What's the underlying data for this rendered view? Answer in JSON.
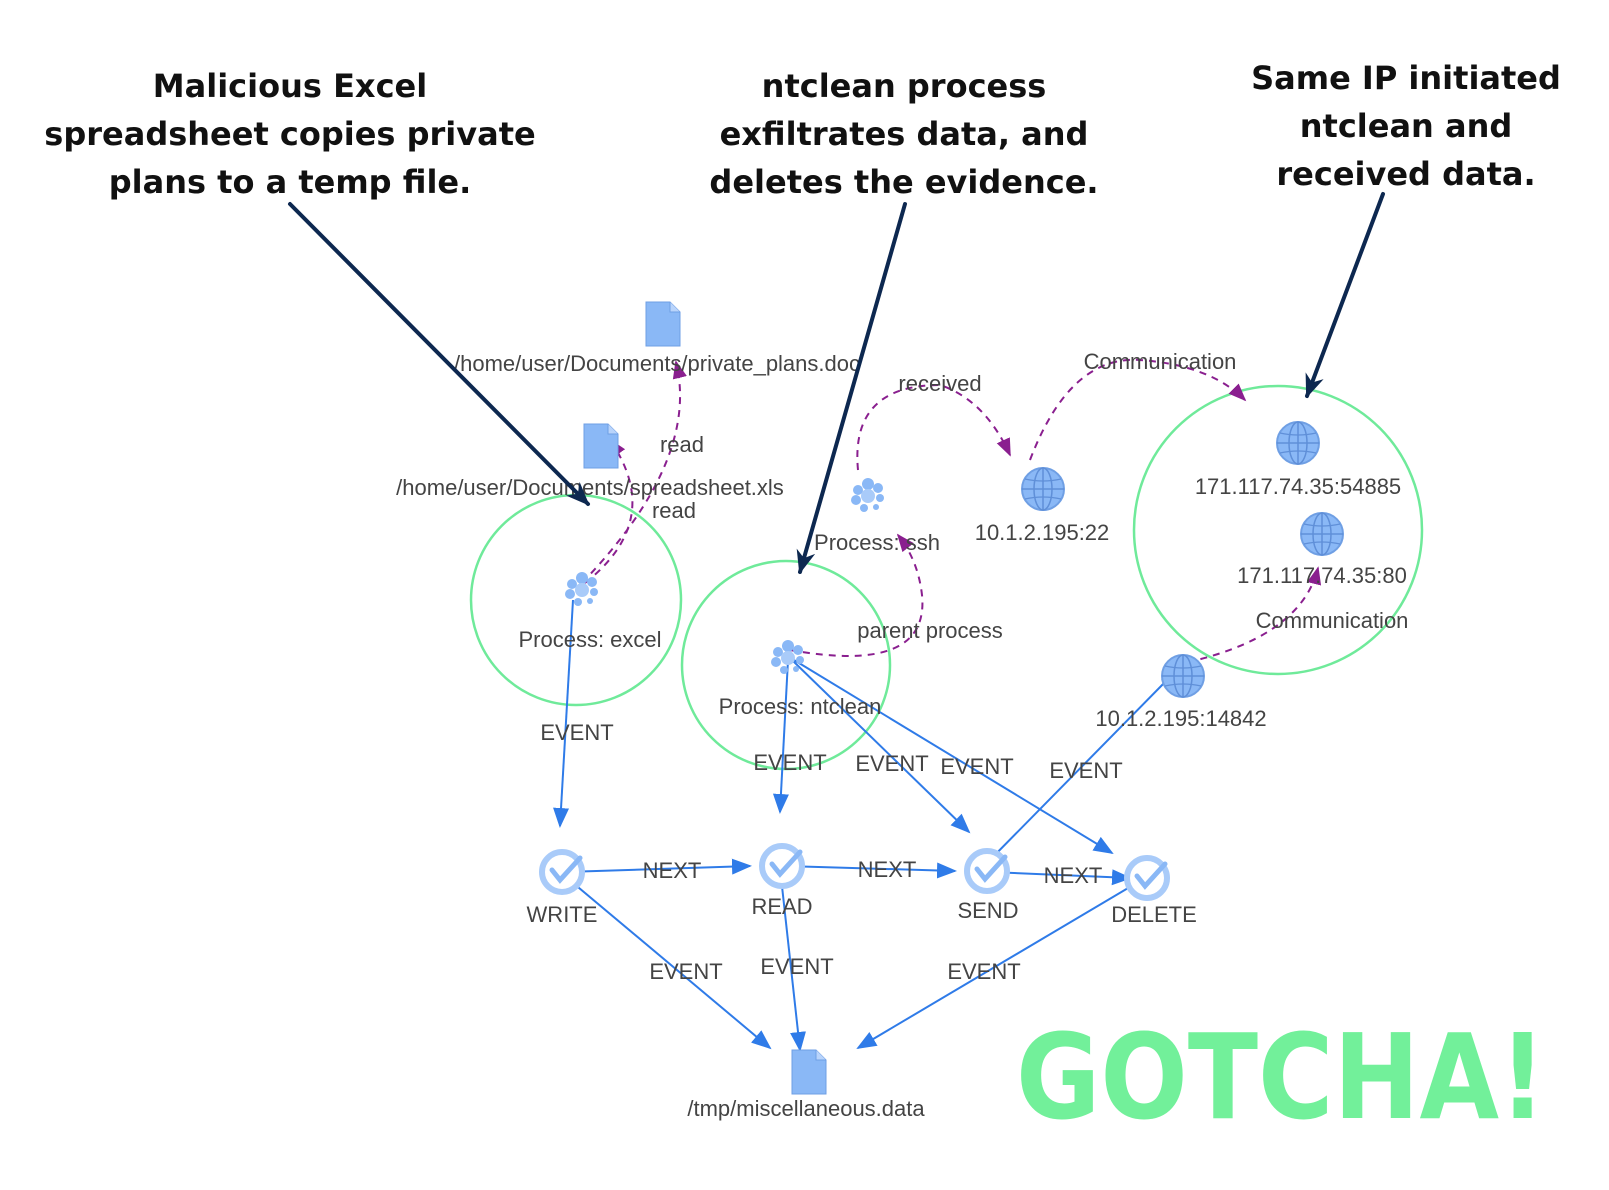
{
  "colors": {
    "annotation_arrow": "#0d2850",
    "event_edge": "#2f7be8",
    "relation_edge": "#8a1f8f",
    "highlight_ring": "#6fea9a",
    "node_fill": "#8ab8f6",
    "gotcha": "#72f09a"
  },
  "annotations": {
    "left": [
      "Malicious Excel",
      "spreadsheet copies private",
      "plans to a temp file."
    ],
    "middle": [
      "ntclean process",
      "exfiltrates data, and",
      "deletes the evidence."
    ],
    "right": [
      "Same IP initiated",
      "ntclean and",
      "received data."
    ]
  },
  "gotcha": "GOTCHA!",
  "nodes": {
    "private_plans": {
      "label": "/home/user/Documents/private_plans.doc",
      "icon": "file-icon"
    },
    "spreadsheet": {
      "label": "/home/user/Documents/spreadsheet.xls",
      "icon": "file-icon"
    },
    "excel": {
      "label": "Process: excel",
      "icon": "process-icon"
    },
    "ssh": {
      "label": "Process: ssh",
      "icon": "process-icon"
    },
    "ntclean": {
      "label": "Process: ntclean",
      "icon": "process-icon"
    },
    "ip_22": {
      "label": "10.1.2.195:22",
      "icon": "globe-icon"
    },
    "ip_54885": {
      "label": "171.117.74.35:54885",
      "icon": "globe-icon"
    },
    "ip_80": {
      "label": "171.117.74.35:80",
      "icon": "globe-icon"
    },
    "ip_14842": {
      "label": "10.1.2.195:14842",
      "icon": "globe-icon"
    },
    "write": {
      "label": "WRITE",
      "icon": "event-icon"
    },
    "read": {
      "label": "READ",
      "icon": "event-icon"
    },
    "send": {
      "label": "SEND",
      "icon": "event-icon"
    },
    "delete": {
      "label": "DELETE",
      "icon": "event-icon"
    },
    "tmp": {
      "label": "/tmp/miscellaneous.data",
      "icon": "file-icon"
    }
  },
  "edge_labels": {
    "read_plans": "read",
    "read_sheet": "read",
    "received": "received",
    "communication_top": "Communication",
    "communication_bottom": "Communication",
    "parent_process": "parent process",
    "excel_event": "EVENT",
    "ntclean_read_event": "EVENT",
    "ntclean_send_event": "EVENT",
    "ntclean_delete_event": "EVENT",
    "send_ip_event": "EVENT",
    "next_1": "NEXT",
    "next_2": "NEXT",
    "next_3": "NEXT",
    "write_tmp_event": "EVENT",
    "read_tmp_event": "EVENT",
    "delete_tmp_event": "EVENT"
  }
}
